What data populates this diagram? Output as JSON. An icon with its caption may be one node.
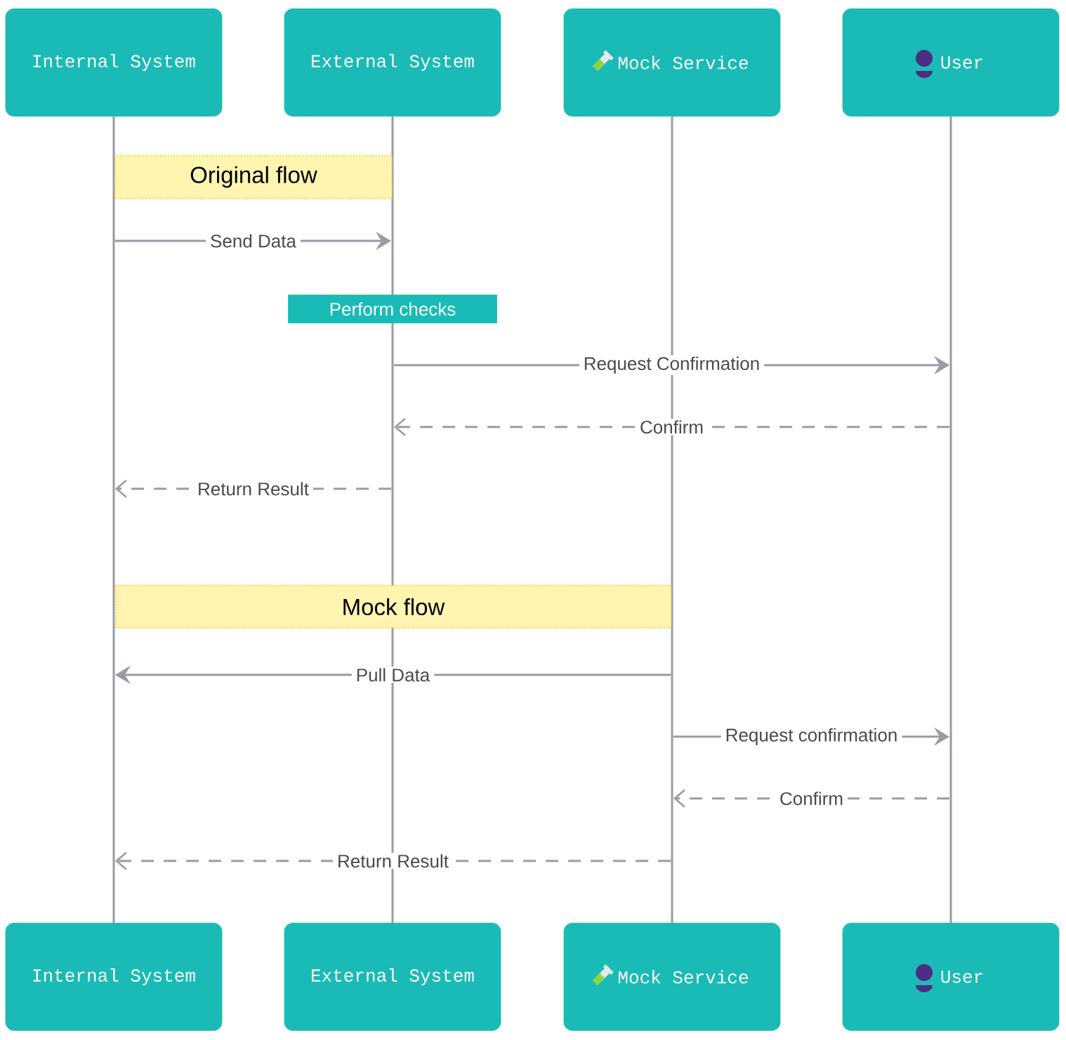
{
  "diagram": {
    "nodes": [
      {
        "text": [
          "Internal System"
        ]
      },
      {
        "text": [
          "External System"
        ]
      },
      {
        "text": [
          "Mock Service"
        ]
      },
      {
        "text": [
          "User"
        ]
      },
      {
        "text": [],
        "shape": "bar"
      },
      {
        "text": [],
        "shape": "bar"
      },
      {
        "text": [],
        "shape": "bar"
      },
      {
        "text": [],
        "shape": "bar"
      },
      {
        "text": [],
        "shape": "bar"
      },
      {
        "text": [],
        "shape": "bar"
      },
      {
        "text": [
          "Original flow"
        ]
      },
      {
        "text": [
          "Perform checks"
        ]
      },
      {
        "text": [
          "Mock flow"
        ]
      },
      {
        "text": [
          "Internal System"
        ]
      },
      {
        "text": [
          "External System"
        ]
      },
      {
        "text": [
          "Mock Service"
        ]
      },
      {
        "text": [
          "User"
        ]
      }
    ],
    "edges": [
      {
        "from": 4,
        "to": 5,
        "arrow": "to",
        "label": "Send Data"
      },
      {
        "from": 6,
        "to": 9,
        "arrow": "to",
        "label": "Request Confirmation"
      },
      {
        "from": 9,
        "to": 6,
        "arrow": "to",
        "label": "Confirm",
        "style": "dashed"
      },
      {
        "from": 6,
        "to": 4,
        "arrow": "to",
        "label": "Return Result",
        "style": "dashed"
      },
      {
        "from": 8,
        "to": 4,
        "arrow": "to",
        "label": "Pull Data"
      },
      {
        "from": 8,
        "to": 9,
        "arrow": "to",
        "label": "Request confirmation"
      },
      {
        "from": 9,
        "to": 8,
        "arrow": "to",
        "label": "Confirm",
        "style": "dashed"
      },
      {
        "from": 8,
        "to": 4,
        "arrow": "to",
        "label": "Return Result",
        "style": "dashed"
      }
    ]
  }
}
